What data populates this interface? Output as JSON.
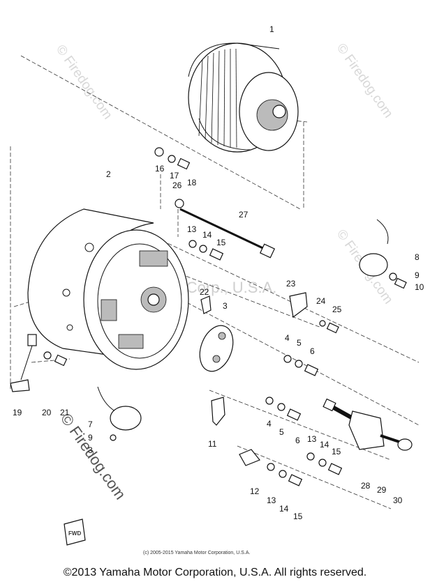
{
  "watermarks": {
    "brand": "© Firedog.com",
    "center": "Yamaha Motor Corp., U.S.A."
  },
  "diagram": {
    "small_copyright": "(c) 2005-2015 Yamaha Motor Corporation, U.S.A.",
    "badge_text": "FWD",
    "callouts": [
      "1",
      "2",
      "16",
      "17",
      "18",
      "26",
      "27",
      "13",
      "14",
      "15",
      "8",
      "9",
      "10",
      "22",
      "23",
      "24",
      "25",
      "3",
      "4",
      "5",
      "6",
      "19",
      "20",
      "21",
      "7",
      "9",
      "3",
      "11",
      "4",
      "5",
      "6",
      "13",
      "14",
      "15",
      "12",
      "13",
      "14",
      "15",
      "28",
      "29",
      "30"
    ]
  },
  "footer": {
    "copyright": "©2013 Yamaha Motor Corporation, U.S.A. All rights reserved."
  }
}
